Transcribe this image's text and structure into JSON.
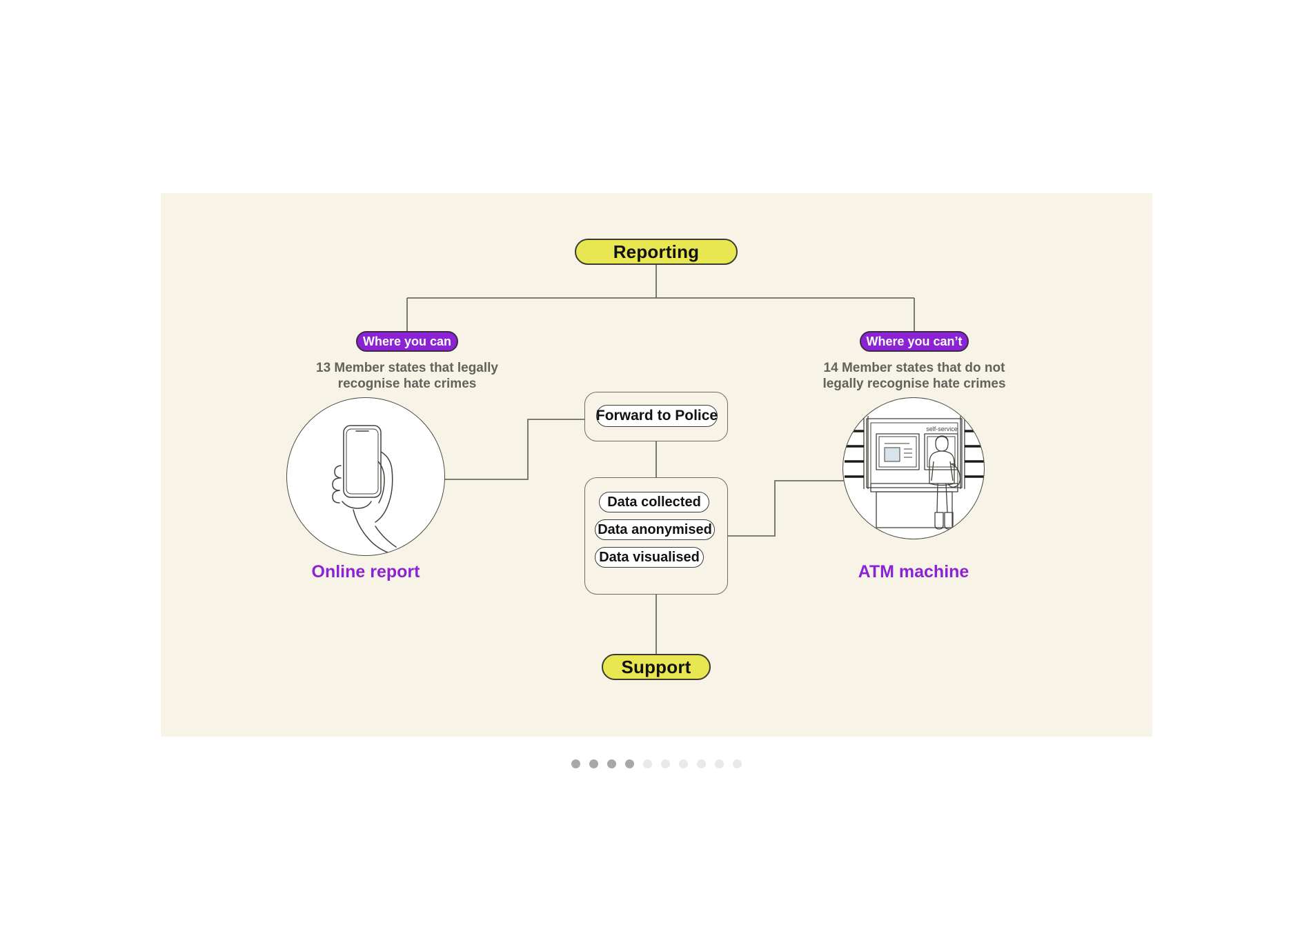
{
  "canvas": {
    "background_color": "#f8f3e7",
    "accent_yellow": "#e8e651",
    "accent_purple": "#8b23d4",
    "line_color": "#6b6b60",
    "caption_color": "#63615c"
  },
  "diagram": {
    "type": "flowchart",
    "root": {
      "label": "Reporting"
    },
    "branches": [
      {
        "badge": "Where you can",
        "caption_line1": "13 Member states that legally",
        "caption_line2": "recognise hate crimes",
        "illustration_name": "hand-holding-phone",
        "illustration_label": "Online report"
      },
      {
        "badge": "Where you can’t",
        "caption_line1": "14 Member states that do not",
        "caption_line2": "legally recognise hate crimes",
        "illustration_name": "woman-at-atm",
        "illustration_label": "ATM machine",
        "illustration_text": "self-service"
      }
    ],
    "center_nodes": {
      "forward": {
        "label": "Forward to Police"
      },
      "data_steps": [
        {
          "label": "Data collected"
        },
        {
          "label": "Data anonymised"
        },
        {
          "label": "Data visualised"
        }
      ]
    },
    "outcome": {
      "label": "Support"
    }
  },
  "pagination": {
    "total": 10,
    "active_count": 4,
    "dots": [
      {
        "state": "on"
      },
      {
        "state": "on"
      },
      {
        "state": "on"
      },
      {
        "state": "on"
      },
      {
        "state": "off"
      },
      {
        "state": "off"
      },
      {
        "state": "off"
      },
      {
        "state": "off"
      },
      {
        "state": "off"
      },
      {
        "state": "off"
      }
    ]
  }
}
